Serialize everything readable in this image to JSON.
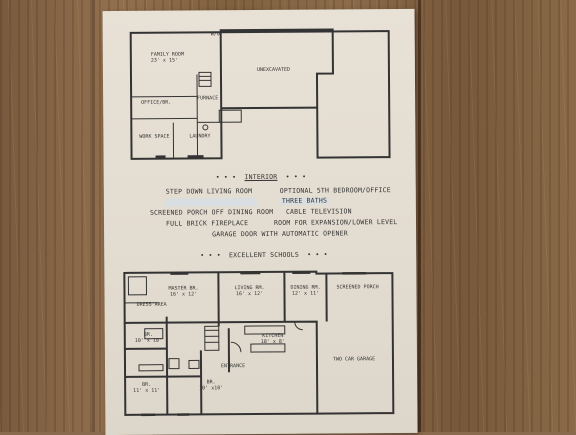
{
  "basement": {
    "wo": "W/O",
    "family_room": "FAMILY ROOM",
    "family_room_size": "23' x 15'",
    "unexcavated": "UNEXCAVATED",
    "office": "OFFICE/BR.",
    "furnace": "FURNACE",
    "work_space": "WORK SPACE",
    "laundry": "LAUNDRY"
  },
  "features": {
    "interior_heading": "INTERIOR",
    "step_down": "STEP DOWN LIVING ROOM",
    "optional_5th": "OPTIONAL 5TH BEDROOM/OFFICE",
    "three_baths": "THREE BATHS",
    "screened_porch": "SCREENED PORCH OFF DINING ROOM",
    "cable_tv": "CABLE TELEVISION",
    "fireplace": "FULL BRICK FIREPLACE",
    "expansion": "ROOM FOR EXPANSION/LOWER LEVEL",
    "garage_door": "GARAGE DOOR WITH AUTOMATIC OPENER",
    "schools": "EXCELLENT SCHOOLS"
  },
  "main_floor": {
    "master": "MASTER BR.",
    "master_size": "16' x 12'",
    "living": "LIVING RM.",
    "living_size": "16' x 12'",
    "dining": "DINING RM.",
    "dining_size": "12' x 11'",
    "screened": "SCREENED PORCH",
    "dress": "DRESS AREA",
    "br1": "BR.",
    "br1_size": "10' x 10'",
    "kitchen": "KITCHEN",
    "kitchen_size": "18' x 8'",
    "br2": "BR.",
    "br2_size": "11' x 11'",
    "br3": "BR.",
    "br3_size": "10' x10'",
    "entrance": "ENTRANCE",
    "garage": "TWO CAR GARAGE"
  }
}
